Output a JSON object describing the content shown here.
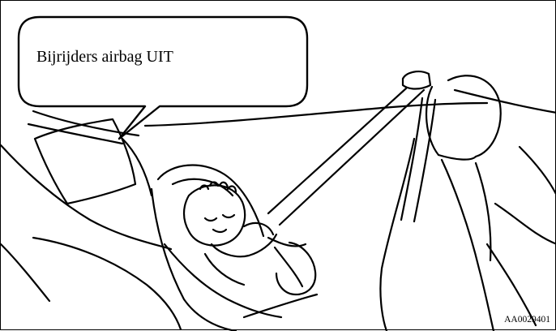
{
  "callout": {
    "text": "Bijrijders airbag UIT"
  },
  "figure": {
    "code": "AA0029401"
  },
  "colors": {
    "line": "#000000",
    "fill": "#ffffff"
  },
  "icons": [
    "speech-bubble",
    "airbag-indicator",
    "child-seat",
    "seatbelt",
    "headrest"
  ]
}
